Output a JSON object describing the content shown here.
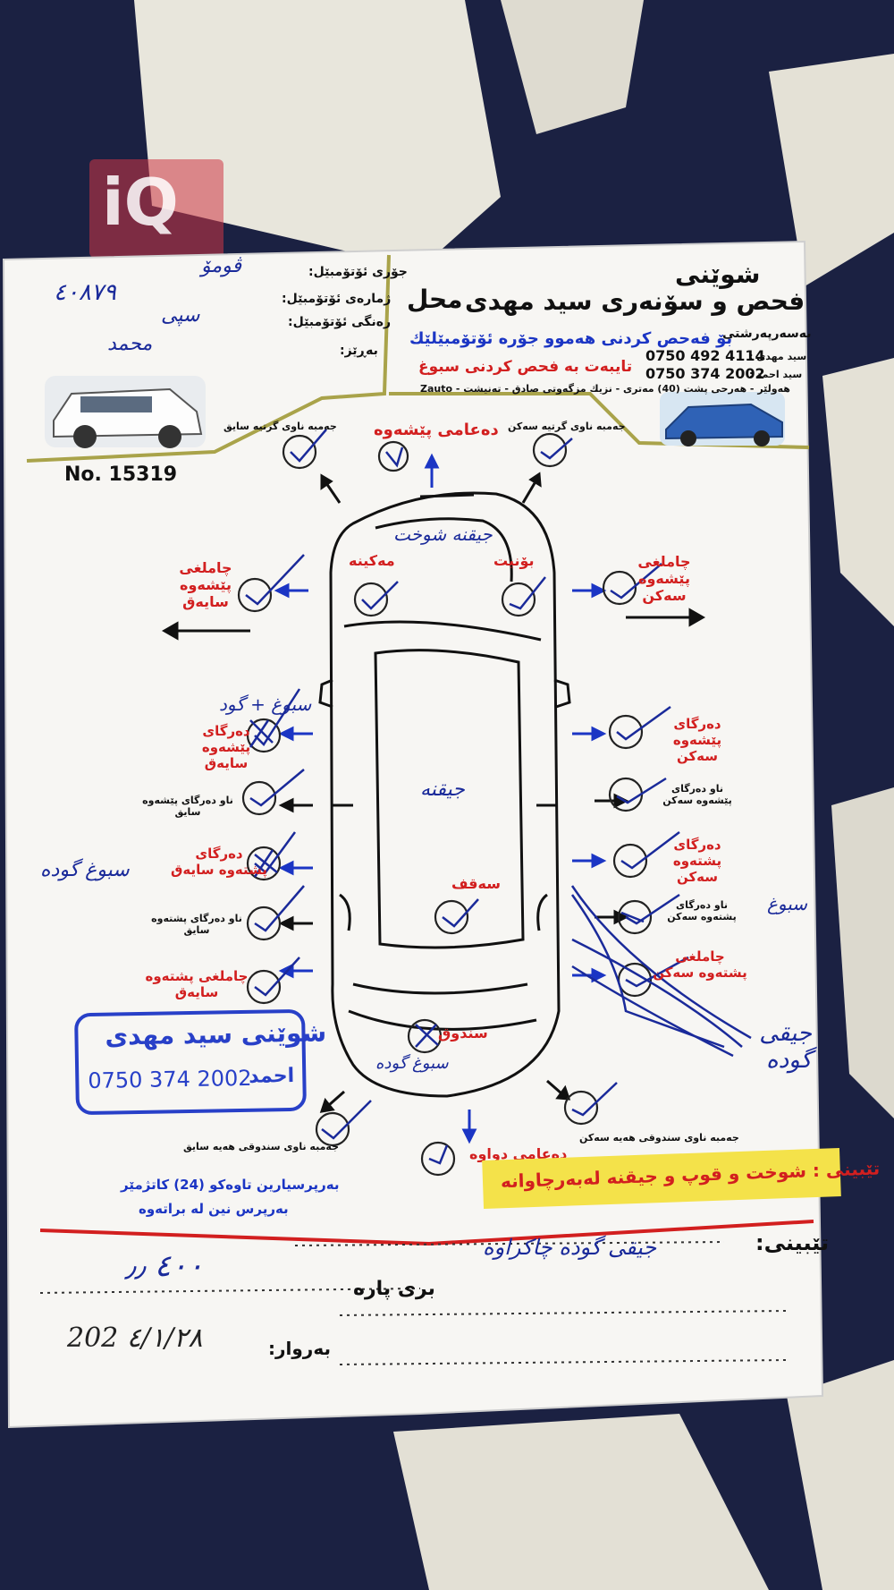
{
  "watermark": {
    "text": "iQ"
  },
  "header": {
    "brand_line1": "شوێنی",
    "brand_line2": "فحص و سۆنەری سید مهدی",
    "brand_mahal": "محل",
    "manager_label": "بەسەرپەرشتی",
    "phone1_label": "سید مهدی :",
    "phone1": "0750 492 4114",
    "phone2_label": "سید احمد :",
    "phone2": "0750 374 2002",
    "tagline": "بۆ فەحص کردنی هەموو جۆرە ئۆتۆمبێلێك",
    "tagline2": "تایبەت بە فحص کردنی سبوغ",
    "address": "هەولێر - هەرحی پشت (40) مەتری - نزیك مزگەوتی صادق - تەنیشت - Zauto",
    "zauto": "Zauto"
  },
  "fields": {
    "car_type_label": "جۆری ئۆتۆمبێل:",
    "car_number_label": "ژمارەی ئۆتۆمبێل:",
    "car_color_label": "رەنگی ئۆتۆمبێل:",
    "owner_label": "بەڕێز:",
    "car_type_value": "ڤومۆ",
    "car_number_value": "٤٠٨٧٩",
    "car_color_value": "سپی",
    "owner_value": "محمد"
  },
  "receipt_no": "No. 15319",
  "parts": {
    "front_bumper": "دەعامی پێشەوە",
    "rear_bumper": "دەعامی دواوە",
    "engine": "مەکینە",
    "bonnet": "بۆنیت",
    "roof": "سەقف",
    "trunk": "سندوق",
    "left_front_fender": "چاملغی پێشەوە سایەق",
    "right_front_fender": "چاملغی پێشەوە سەکن",
    "left_front_door": "دەرگای پێشەوە سایەق",
    "right_front_door": "دەرگای پێشەوە سەکن",
    "left_inner_front_door": "ناو دەرگای پێشەوە سایق",
    "right_inner_front_door": "ناو دەرگای پێشەوە سەکن",
    "left_rear_door": "دەرگای پشتەوە سایەق",
    "right_rear_door": "دەرگای پشتەوە سەکن",
    "left_inner_rear_door": "ناو دەرگای پشتەوە سایق",
    "right_inner_rear_door": "ناو دەرگای پشتەوە سەکن",
    "left_rear_fender": "چاملغی پشتەوە سایەق",
    "right_rear_fender": "چاملغی پشتەوە سەکن",
    "front_left_chassis": "جەمبە ناوی گرتیە سایق",
    "front_right_chassis": "جەمبە ناوی گرتیە سەکن",
    "rear_left_chassis": "جەمبە ناوی سندوقی هەیە سایق",
    "rear_right_chassis": "جەمبە ناوی سندوقی هەیە سەکن"
  },
  "handwriting": {
    "engine_note": "جیقنە شوخت",
    "roof_note": "جیقنە",
    "front_door_note": "سبوغ + گود",
    "rear_door_note": "سبوغ گودە",
    "rear_side_note": "سبوغ",
    "rear_fender_note": "جیقی گودە",
    "trunk_note": "سبوغ گودە"
  },
  "stamp": {
    "title": "شوێنی سید مهدی",
    "name": "احمد",
    "phone": "0750 374 2002"
  },
  "responsibility": {
    "line1": "بەرپرسیارین تاوەکو (24) کاتژمێر",
    "line2": "بەرپرس نین لە براتەوە"
  },
  "banner_note": "تێبینی : شوخت و قوپ و جیقنە لەبەرچاوانە",
  "footer": {
    "note_label": "تێبینی:",
    "note_value": "جیقی گودە چاکراوە",
    "amount_label": "بری پارە",
    "amount_value": "٤٠٠ ٫٫",
    "date_label": "بەروار:",
    "date_value": "202 ٤/١/٢٨"
  },
  "colors": {
    "red": "#d21f1f",
    "blue": "#1b35c4",
    "ink": "#1a2a9a",
    "stamp": "#2840c8",
    "banner": "#f4e24a"
  }
}
